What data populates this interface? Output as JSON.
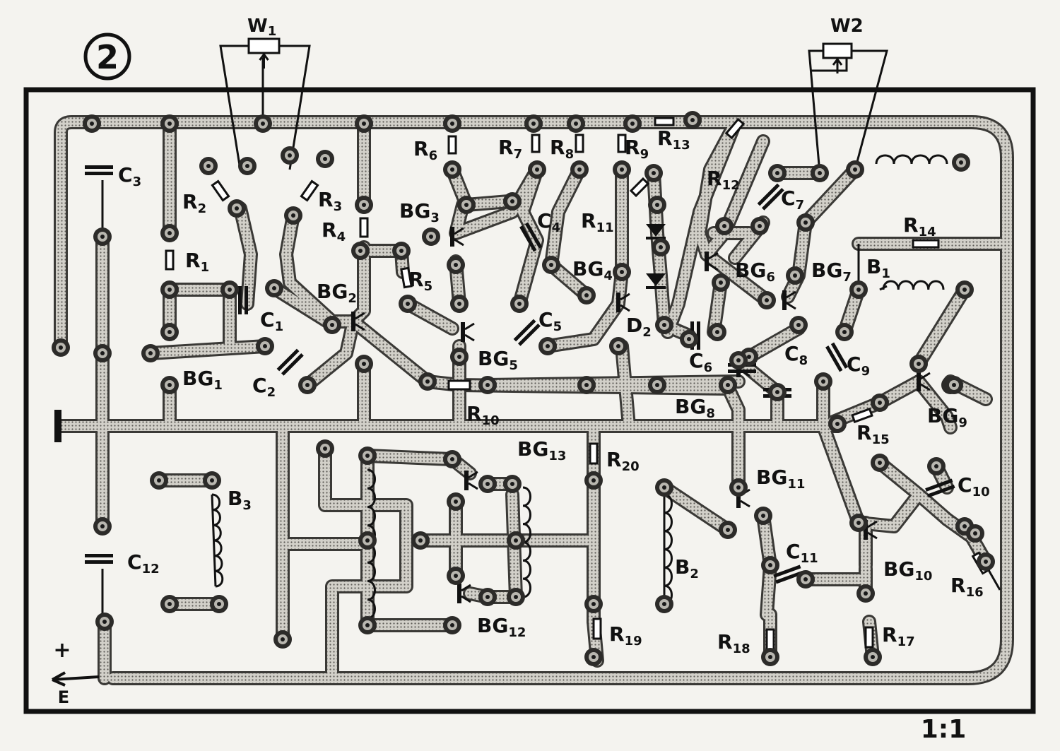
{
  "figure": {
    "number": "2",
    "scale": "1:1"
  },
  "board": {
    "rail_plus": "+",
    "rail_e": "E"
  },
  "pots": [
    {
      "id": "w1",
      "text": "W",
      "sub": "1"
    },
    {
      "id": "w2",
      "text": "W2",
      "sub": ""
    }
  ],
  "labels": [
    {
      "id": "c3",
      "text": "C",
      "sub": "3"
    },
    {
      "id": "r2",
      "text": "R",
      "sub": "2"
    },
    {
      "id": "r3",
      "text": "R",
      "sub": "3"
    },
    {
      "id": "r4",
      "text": "R",
      "sub": "4"
    },
    {
      "id": "r1",
      "text": "R",
      "sub": "1"
    },
    {
      "id": "c1",
      "text": "C",
      "sub": "1"
    },
    {
      "id": "bg2",
      "text": "BG",
      "sub": "2"
    },
    {
      "id": "bg1",
      "text": "BG",
      "sub": "1"
    },
    {
      "id": "c2",
      "text": "C",
      "sub": "2"
    },
    {
      "id": "r6",
      "text": "R",
      "sub": "6"
    },
    {
      "id": "r7",
      "text": "R",
      "sub": "7"
    },
    {
      "id": "r8",
      "text": "R",
      "sub": "8"
    },
    {
      "id": "r9",
      "text": "R",
      "sub": "9"
    },
    {
      "id": "r13",
      "text": "R",
      "sub": "13"
    },
    {
      "id": "r12",
      "text": "R",
      "sub": "12"
    },
    {
      "id": "bg3",
      "text": "BG",
      "sub": "3"
    },
    {
      "id": "c4",
      "text": "C",
      "sub": "4"
    },
    {
      "id": "r11",
      "text": "R",
      "sub": "11"
    },
    {
      "id": "r5",
      "text": "R",
      "sub": "5"
    },
    {
      "id": "bg4",
      "text": "BG",
      "sub": "4"
    },
    {
      "id": "c5",
      "text": "C",
      "sub": "5"
    },
    {
      "id": "bg5",
      "text": "BG",
      "sub": "5"
    },
    {
      "id": "d2",
      "text": "D",
      "sub": "2"
    },
    {
      "id": "bg6",
      "text": "BG",
      "sub": "6"
    },
    {
      "id": "c7",
      "text": "C",
      "sub": "7"
    },
    {
      "id": "bg7",
      "text": "BG",
      "sub": "7"
    },
    {
      "id": "b1",
      "text": "B",
      "sub": "1"
    },
    {
      "id": "r14",
      "text": "R",
      "sub": "14"
    },
    {
      "id": "c6",
      "text": "C",
      "sub": "6"
    },
    {
      "id": "c8",
      "text": "C",
      "sub": "8"
    },
    {
      "id": "c9",
      "text": "C",
      "sub": "9"
    },
    {
      "id": "bg8",
      "text": "BG",
      "sub": "8"
    },
    {
      "id": "r10",
      "text": "R",
      "sub": "10"
    },
    {
      "id": "r15",
      "text": "R",
      "sub": "15"
    },
    {
      "id": "bg9",
      "text": "BG",
      "sub": "9"
    },
    {
      "id": "bg13",
      "text": "BG",
      "sub": "13"
    },
    {
      "id": "r20",
      "text": "R",
      "sub": "20"
    },
    {
      "id": "bg11",
      "text": "BG",
      "sub": "11"
    },
    {
      "id": "c10",
      "text": "C",
      "sub": "10"
    },
    {
      "id": "b3",
      "text": "B",
      "sub": "3"
    },
    {
      "id": "c12",
      "text": "C",
      "sub": "12"
    },
    {
      "id": "c11",
      "text": "C",
      "sub": "11"
    },
    {
      "id": "bg10",
      "text": "BG",
      "sub": "10"
    },
    {
      "id": "r16",
      "text": "R",
      "sub": "16"
    },
    {
      "id": "b2",
      "text": "B",
      "sub": "2"
    },
    {
      "id": "bg12",
      "text": "BG",
      "sub": "12"
    },
    {
      "id": "r19",
      "text": "R",
      "sub": "19"
    },
    {
      "id": "r18",
      "text": "R",
      "sub": "18"
    },
    {
      "id": "r17",
      "text": "R",
      "sub": "17"
    }
  ]
}
